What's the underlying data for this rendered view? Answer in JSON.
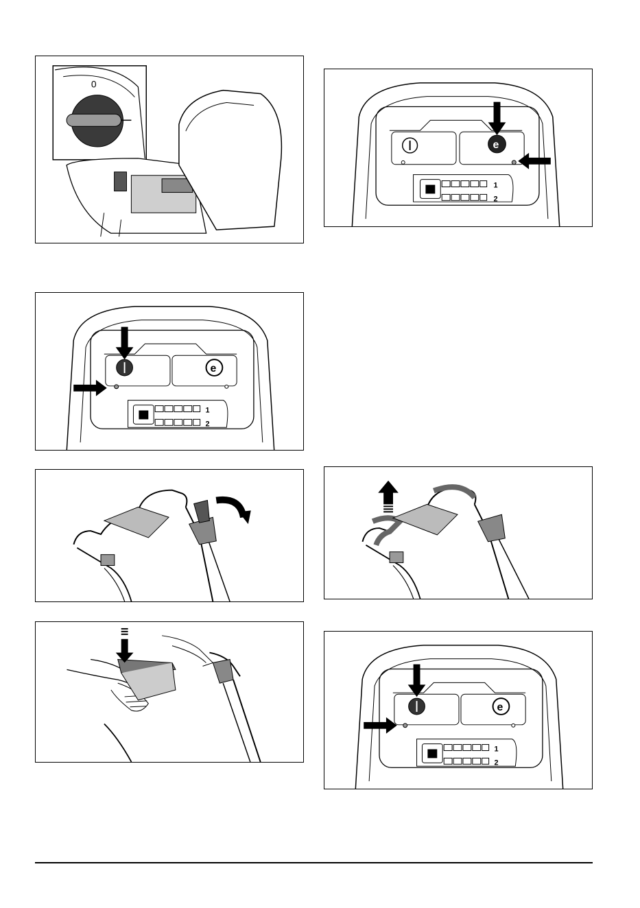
{
  "figures": {
    "key_switch": {
      "dial_label": "0"
    },
    "panel_start_right": {
      "mode_1": "1",
      "mode_2": "2"
    },
    "panel_on_left": {
      "mode_1": "1",
      "mode_2": "2"
    },
    "panel_on_left_2": {
      "mode_1": "1",
      "mode_2": "2"
    }
  },
  "colors": {
    "line": "#000000",
    "fill_dark": "#333333",
    "fill_mid": "#8a8a8a",
    "fill_light": "#d8d8d8"
  }
}
